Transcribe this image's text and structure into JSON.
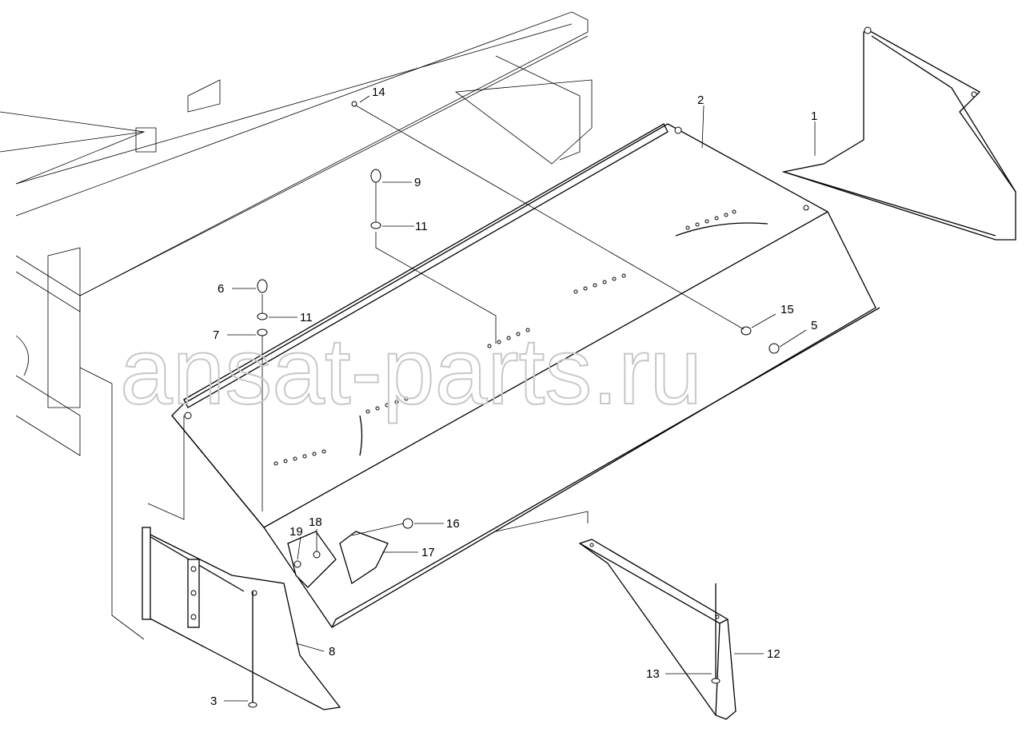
{
  "diagram": {
    "watermark": "ansat-parts.ru",
    "callouts": [
      "14",
      "2",
      "1",
      "9",
      "11",
      "6",
      "11",
      "7",
      "15",
      "5",
      "16",
      "19",
      "18",
      "17",
      "8",
      "12",
      "13",
      "3"
    ]
  }
}
